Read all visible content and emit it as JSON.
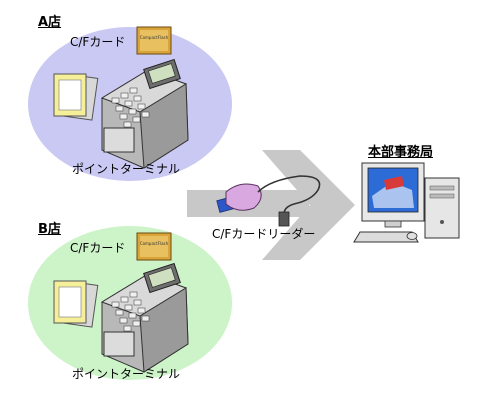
{
  "store_a": {
    "title": "A店",
    "card_label": "C/Fカード",
    "terminal_label": "ポイントターミナル",
    "card_text": "CompactFlash",
    "circle_color": "#c9c9f3"
  },
  "store_b": {
    "title": "B店",
    "card_label": "C/Fカード",
    "terminal_label": "ポイントターミナル",
    "card_text": "CompactFlash",
    "circle_color": "#cdf3c9"
  },
  "reader": {
    "label": "C/Fカードリーダー",
    "arrow_color": "#c8c8c8",
    "body_color": "#d9a8e0"
  },
  "hq": {
    "title": "本部事務局"
  }
}
